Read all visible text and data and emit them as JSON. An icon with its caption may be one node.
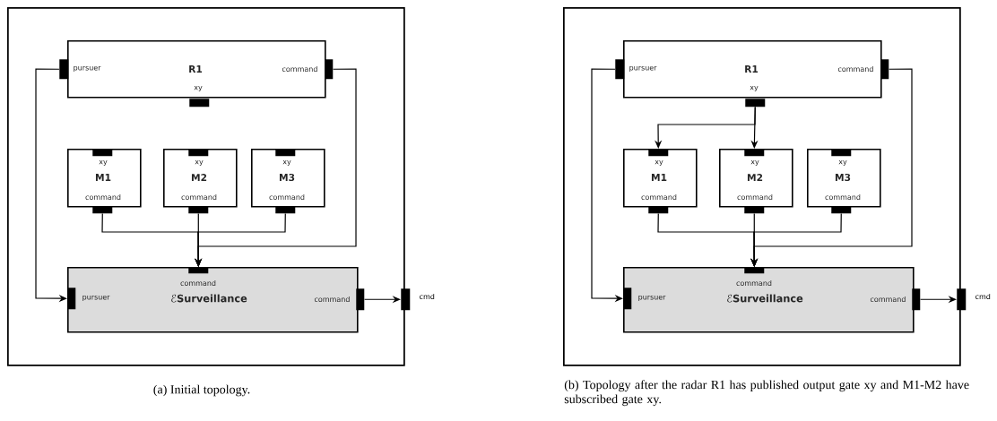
{
  "diagram": {
    "nodes": [
      {
        "text": [],
        "shape": "box"
      },
      {
        "text": [
          "pursuer",
          "R1",
          "command",
          "xy"
        ],
        "in": 0
      },
      {
        "text": [],
        "shape": "bar",
        "in": 0
      },
      {
        "text": [],
        "shape": "bar",
        "in": 0
      },
      {
        "text": [],
        "shape": "bar",
        "in": 0
      },
      {
        "text": [
          "xy",
          "M1",
          "command"
        ],
        "in": 0
      },
      {
        "text": [],
        "shape": "bar",
        "in": 5
      },
      {
        "text": [],
        "shape": "bar",
        "in": 0
      },
      {
        "text": [
          "xy",
          "M2",
          "command"
        ],
        "in": 0
      },
      {
        "text": [],
        "shape": "bar",
        "in": 8
      },
      {
        "text": [],
        "shape": "bar",
        "in": 0
      },
      {
        "text": [
          "xy",
          "M3",
          "command"
        ],
        "in": 0
      },
      {
        "text": [],
        "shape": "bar",
        "in": 11
      },
      {
        "text": [],
        "shape": "bar",
        "in": 0
      },
      {
        "text": [
          "command",
          "pursuer",
          "ℰ**Surveillance**",
          "command"
        ],
        "in": 0
      },
      {
        "text": [],
        "shape": "bar",
        "in": 14
      },
      {
        "text": [],
        "shape": "bar",
        "in": 14
      },
      {
        "text": [],
        "shape": "bar",
        "in": 0
      },
      {
        "text": [],
        "shape": "bar",
        "beside": [
          "cmd"
        ]
      },
      {
        "text": [],
        "shape": "box"
      },
      {
        "text": [
          "pursuer",
          "R1",
          "command",
          "xy"
        ],
        "in": 19
      },
      {
        "text": [],
        "shape": "bar",
        "in": 19
      },
      {
        "text": [],
        "shape": "bar",
        "in": 19
      },
      {
        "text": [],
        "shape": "bar",
        "in": 19
      },
      {
        "text": [
          "xy",
          "M1",
          "command"
        ],
        "in": 19
      },
      {
        "text": [],
        "shape": "bar",
        "in": 24
      },
      {
        "text": [],
        "shape": "bar",
        "in": 19
      },
      {
        "text": [
          "xy",
          "M2",
          "command"
        ],
        "in": 19
      },
      {
        "text": [],
        "shape": "bar",
        "in": 27
      },
      {
        "text": [],
        "shape": "bar",
        "in": 19
      },
      {
        "text": [
          "xy",
          "M3",
          "command"
        ],
        "in": 19
      },
      {
        "text": [],
        "shape": "bar",
        "in": 30
      },
      {
        "text": [],
        "shape": "bar",
        "in": 19
      },
      {
        "text": [
          "command",
          "pursuer",
          "ℰ**Surveillance**",
          "command"
        ],
        "in": 19
      },
      {
        "text": [],
        "shape": "bar",
        "in": 33
      },
      {
        "text": [],
        "shape": "bar",
        "in": 33
      },
      {
        "text": [],
        "shape": "bar",
        "in": 19
      },
      {
        "text": [],
        "shape": "bar",
        "beside": [
          "cmd"
        ]
      }
    ],
    "edges": [
      {
        "from": 2,
        "to": 16,
        "arrow": "to"
      },
      {
        "from": 3,
        "to": 15,
        "arrow": "to"
      },
      {
        "from": 7,
        "to": 15,
        "arrow": "to"
      },
      {
        "from": 10,
        "to": 15,
        "arrow": "to"
      },
      {
        "from": 13,
        "to": 15,
        "arrow": "to"
      },
      {
        "from": 17,
        "to": 18,
        "arrow": "to"
      },
      {
        "from": 21,
        "to": 35,
        "arrow": "to"
      },
      {
        "from": 22,
        "to": 34,
        "arrow": "to"
      },
      {
        "from": 23,
        "to": 25,
        "arrow": "to"
      },
      {
        "from": 23,
        "to": 28,
        "arrow": "to"
      },
      {
        "from": 26,
        "to": 34,
        "arrow": "to"
      },
      {
        "from": 29,
        "to": 34,
        "arrow": "to"
      },
      {
        "from": 32,
        "to": 34,
        "arrow": "to"
      },
      {
        "from": 36,
        "to": 37,
        "arrow": "to"
      }
    ],
    "labels": [
      "(a) Initial topology.",
      "(b) Topology after the radar R1 has published output gate xy and M1-M2 have subscribed gate xy."
    ]
  }
}
